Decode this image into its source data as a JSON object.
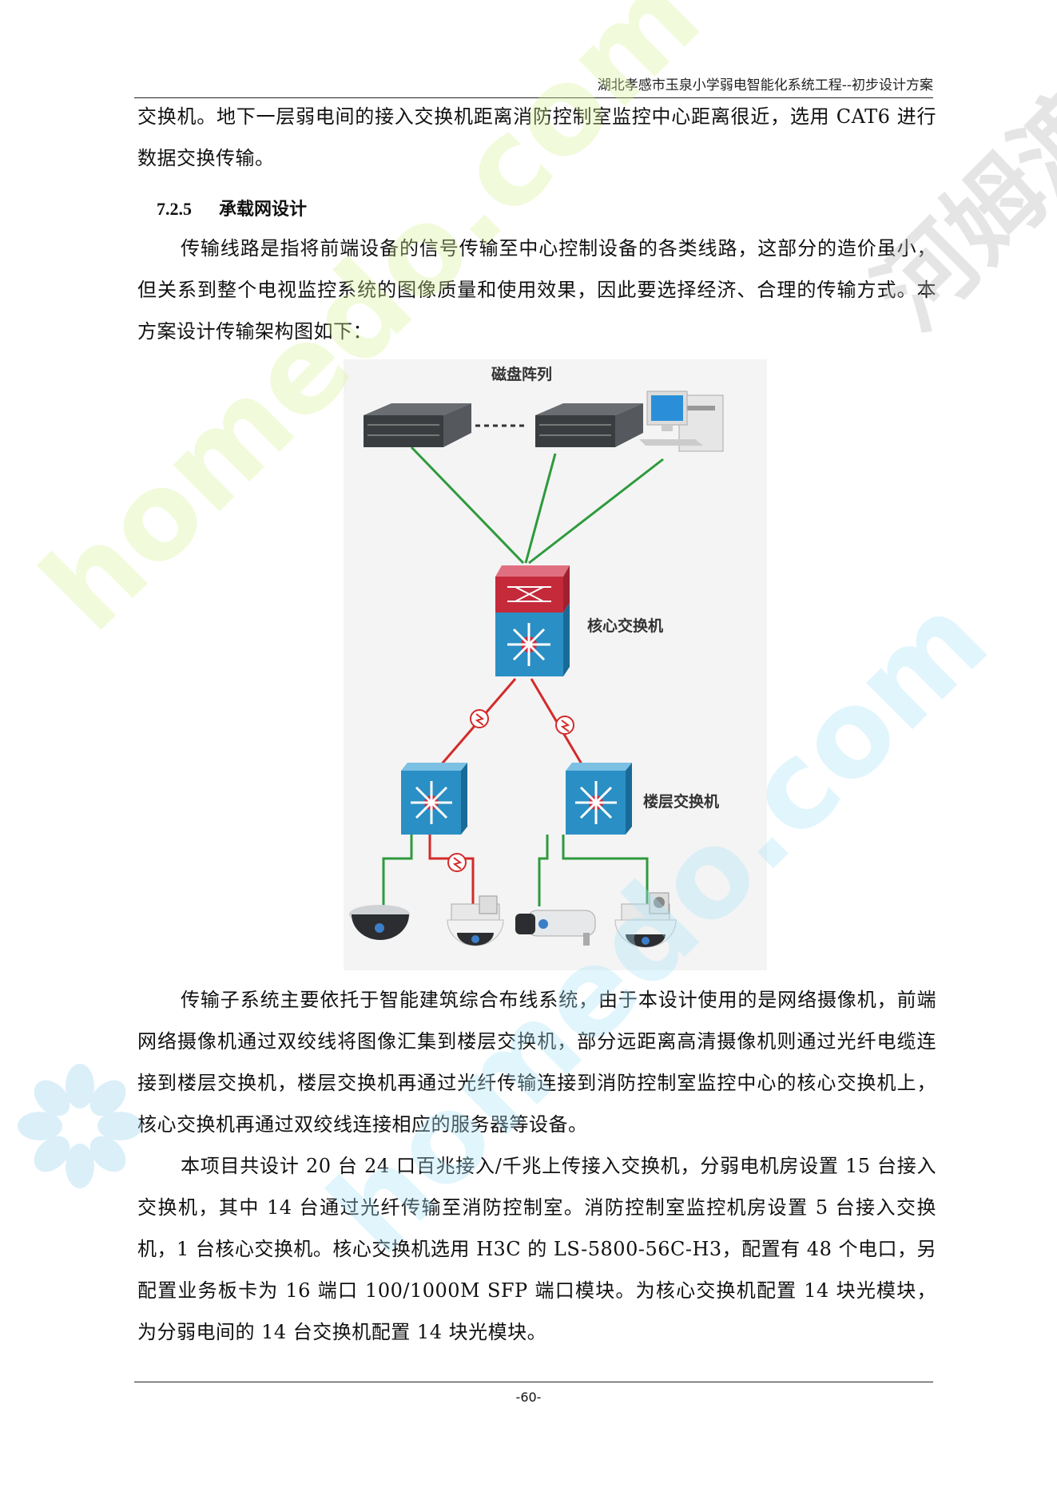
{
  "header": {
    "title": "湖北孝感市玉泉小学弱电智能化系统工程--初步设计方案"
  },
  "intro": {
    "text": "交换机。地下一层弱电间的接入交换机距离消防控制室监控中心距离很近，选用 CAT6 进行数据交换传输。"
  },
  "section": {
    "number": "7.2.5",
    "title": "承载网设计",
    "paragraph": "传输线路是指将前端设备的信号传输至中心控制设备的各类线路，这部分的造价虽小，但关系到整个电视监控系统的图像质量和使用效果，因此要选择经济、合理的传输方式。本方案设计传输架构图如下："
  },
  "diagram": {
    "labels": {
      "disk_array": "磁盘阵列",
      "core_switch": "核心交换机",
      "floor_switch": "楼层交换机"
    },
    "colors": {
      "copper_link": "#2e9a3c",
      "fiber_link": "#d42a2a",
      "switch_blue": "#2a8fc4",
      "firewall_red": "#c42a3a"
    }
  },
  "body": {
    "paragraph1": "传输子系统主要依托于智能建筑综合布线系统，由于本设计使用的是网络摄像机，前端网络摄像机通过双绞线将图像汇集到楼层交换机，部分远距离高清摄像机则通过光纤电缆连接到楼层交换机，楼层交换机再通过光纤传输连接到消防控制室监控中心的核心交换机上，核心交换机再通过双绞线连接相应的服务器等设备。",
    "paragraph2": "本项目共设计 20 台 24 口百兆接入/千兆上传接入交换机，分弱电机房设置 15 台接入交换机，其中 14 台通过光纤传输至消防控制室。消防控制室监控机房设置 5 台接入交换机，1 台核心交换机。核心交换机选用 H3C 的 LS-5800-56C-H3，配置有 48 个电口，另配置业务板卡为 16 端口 100/1000M SFP 端口模块。为核心交换机配置 14 块光模块，为分弱电间的 14 台交换机配置 14 块光模块。"
  },
  "footer": {
    "page_number": "-60-"
  },
  "watermarks": {
    "text1": "homedo.com",
    "text2": "homedo.com",
    "text3": "河姆渡"
  }
}
